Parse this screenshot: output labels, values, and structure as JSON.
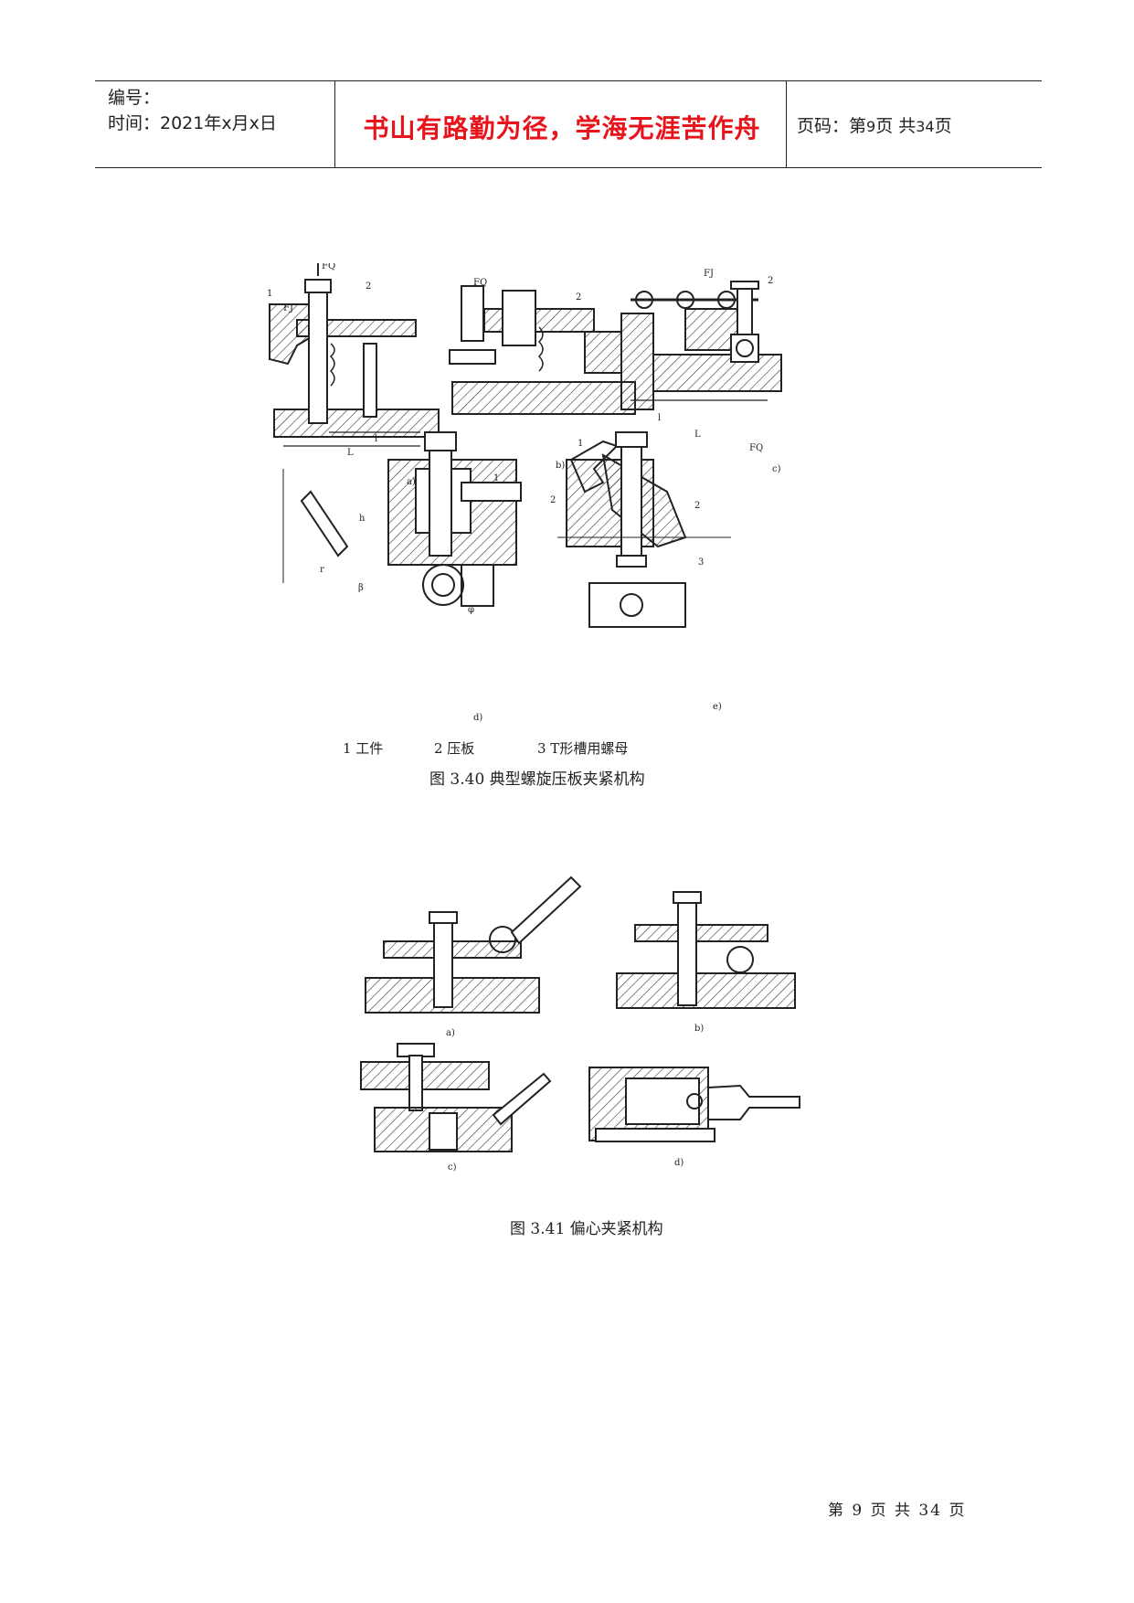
{
  "header": {
    "number_label": "编号：",
    "time_label": "时间：2021年x月x日",
    "motto": "书山有路勤为径，学海无涯苦作舟",
    "page_label": "页码：第",
    "page_num": "9",
    "page_mid": "页  共",
    "page_total": "34",
    "page_end": "页"
  },
  "figure1": {
    "legend": [
      "1  工件",
      "2  压板",
      "3 T形槽用螺母"
    ],
    "caption": "图  3.40  典型螺旋压板夹紧机构",
    "sub_labels": [
      "a)",
      "b)",
      "c)",
      "d)",
      "e)"
    ],
    "callouts": [
      "FQ",
      "FJ",
      "L",
      "l",
      "1",
      "2",
      "3",
      "h",
      "r",
      "β",
      "φ"
    ]
  },
  "figure2": {
    "caption": "图  3.41  偏心夹紧机构",
    "sub_labels": [
      "a)",
      "b)",
      "c)",
      "d)"
    ]
  },
  "footer": {
    "text": "第  9  页  共  34  页"
  }
}
